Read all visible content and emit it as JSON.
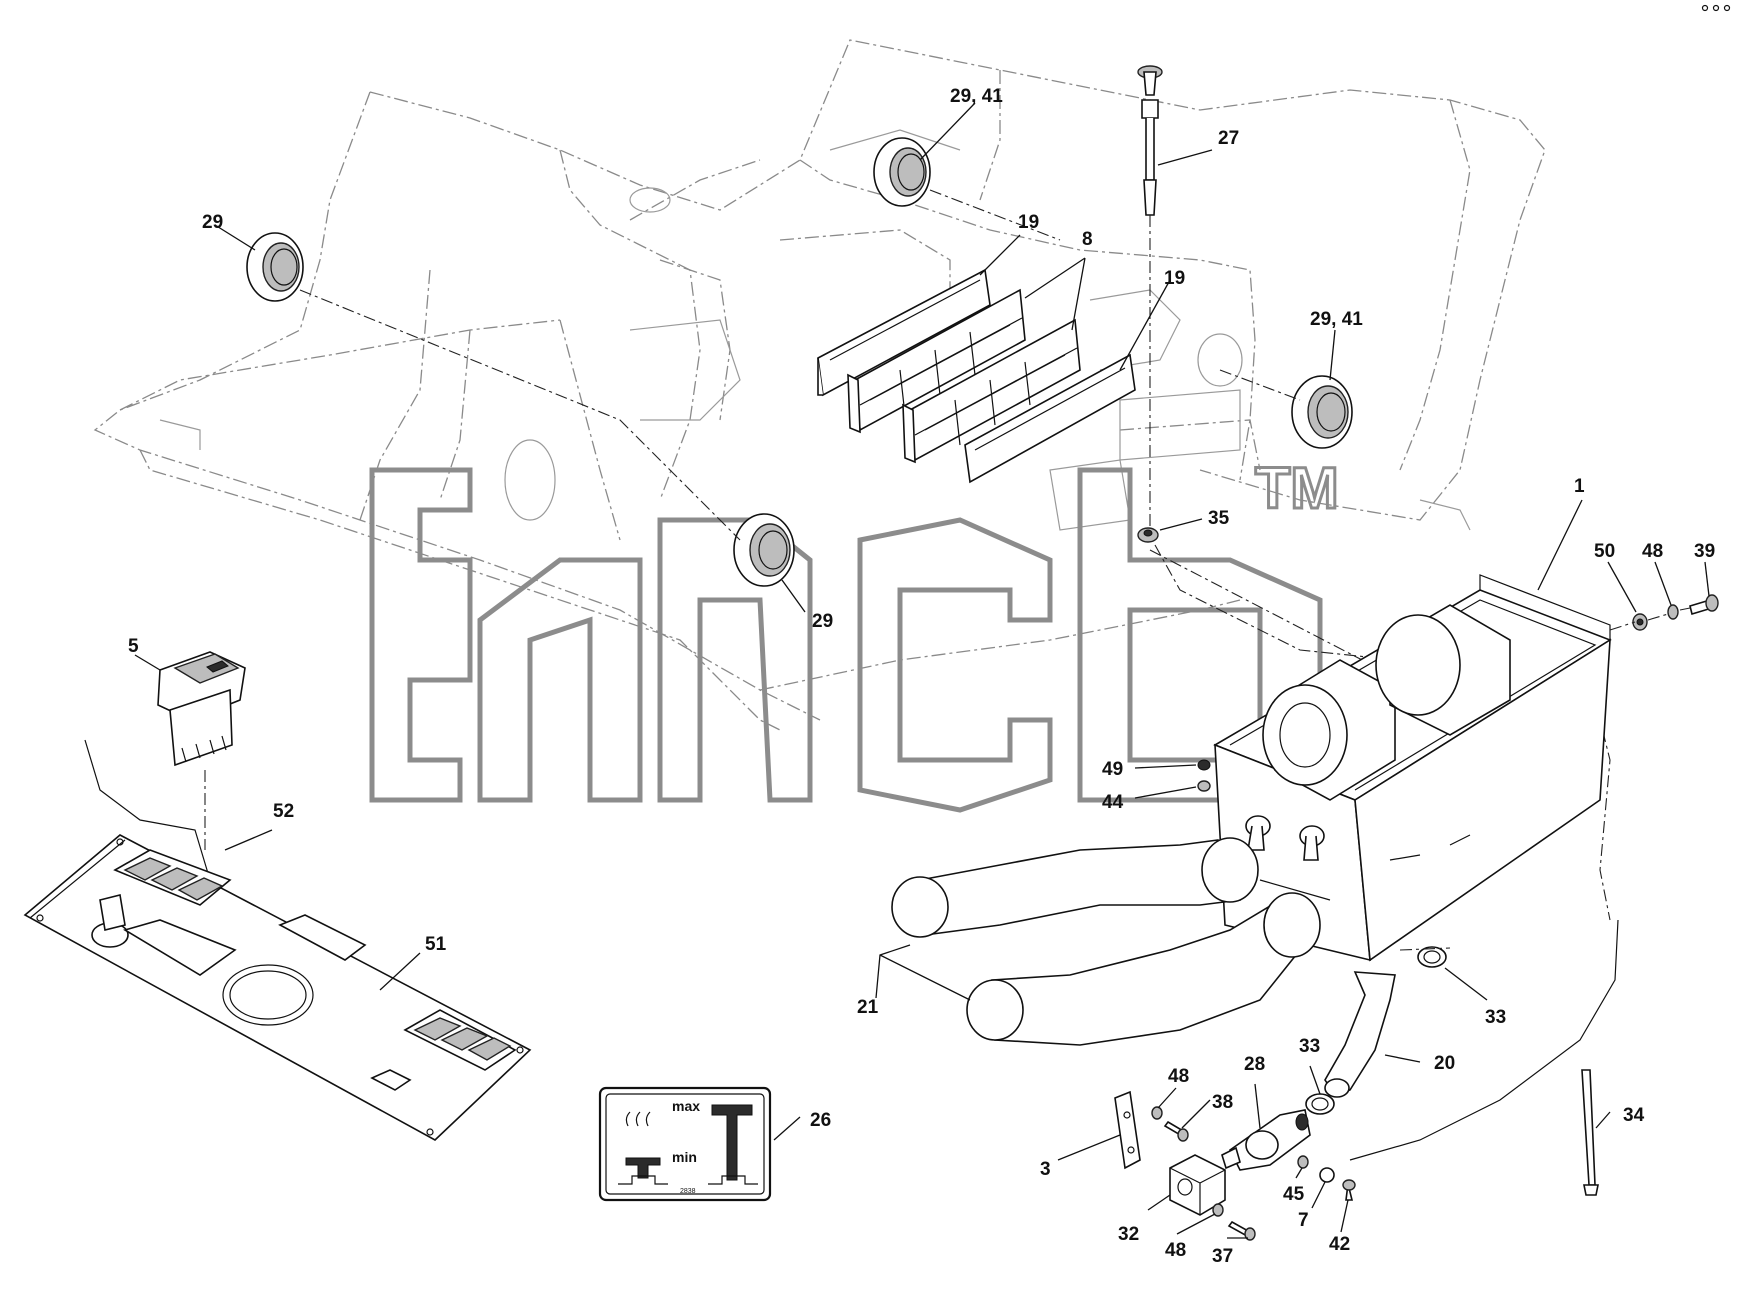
{
  "watermark": {
    "mark": "TM"
  },
  "callouts": {
    "c29_41_top": "29, 41",
    "c27": "27",
    "c29_left": "29",
    "c19_top": "19",
    "c8": "8",
    "c19_mid": "19",
    "c29_41_right": "29, 41",
    "c1": "1",
    "c35": "35",
    "c50": "50",
    "c48_top": "48",
    "c39": "39",
    "c29_center": "29",
    "c5": "5",
    "c49": "49",
    "c44": "44",
    "c52": "52",
    "c51": "51",
    "c21": "21",
    "c33_right": "33",
    "c20": "20",
    "c33_mid": "33",
    "c28": "28",
    "c48_mid": "48",
    "c38": "38",
    "c26": "26",
    "c34": "34",
    "c3": "3",
    "c45": "45",
    "c7": "7",
    "c32": "32",
    "c48_bottom": "48",
    "c37": "37",
    "c42": "42"
  },
  "decal": {
    "max_label": "max",
    "min_label": "min",
    "code": "2838"
  }
}
